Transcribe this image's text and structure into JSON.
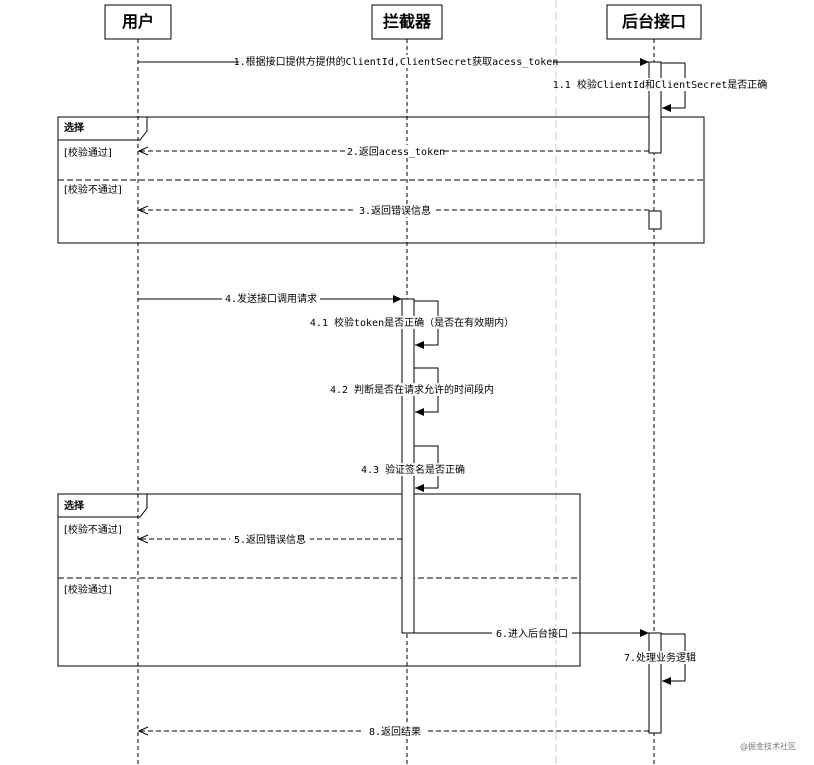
{
  "participants": {
    "user": "用户",
    "interceptor": "拦截器",
    "backend": "后台接口"
  },
  "messages": {
    "m1": "1.根据接口提供方提供的ClientId,ClientSecret获取acess_token",
    "m1_1": "1.1 校验ClientId和ClientSecret是否正确",
    "m2": "2.返回acess_token",
    "m3": "3.返回错误信息",
    "m4": "4.发送接口调用请求",
    "m4_1": "4.1 校验token是否正确（是否在有效期内）",
    "m4_2": "4.2 判断是否在请求允许的时间段内",
    "m4_3": "4.3 验证签名是否正确",
    "m5": "5.返回错误信息",
    "m6": "6.进入后台接口",
    "m7": "7.处理业务逻辑",
    "m8": "8.返回结果"
  },
  "frames": {
    "frame1": {
      "title": "选择",
      "guard_top": "[校验通过]",
      "guard_bottom": "[校验不通过]"
    },
    "frame2": {
      "title": "选择",
      "guard_top": "[校验不通过]",
      "guard_bottom": "[校验通过]"
    }
  },
  "watermark": "@掘金技术社区"
}
